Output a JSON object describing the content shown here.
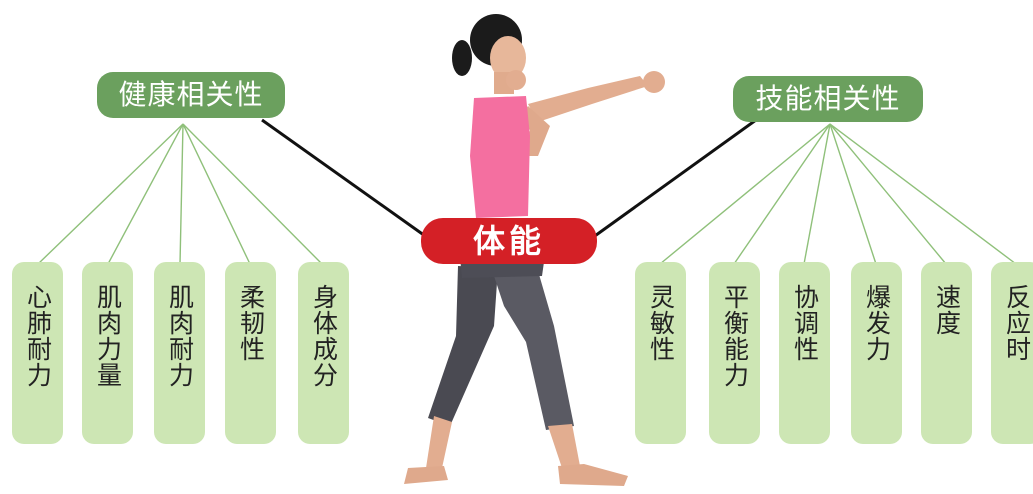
{
  "center": {
    "label": "体能"
  },
  "health": {
    "title": "健康相关性",
    "items": [
      "心肺耐力",
      "肌肉力量",
      "肌肉耐力",
      "柔韧性",
      "身体成分"
    ]
  },
  "skill": {
    "title": "技能相关性",
    "items": [
      "灵敏性",
      "平衡能力",
      "协调性",
      "爆发力",
      "速度",
      "反应时"
    ]
  },
  "colors": {
    "health_header": "#6ba05e",
    "skill_header": "#6ba05e",
    "item_box": "#cde6b4",
    "center_pill": "#d42026",
    "connector": "#8fc07a"
  }
}
